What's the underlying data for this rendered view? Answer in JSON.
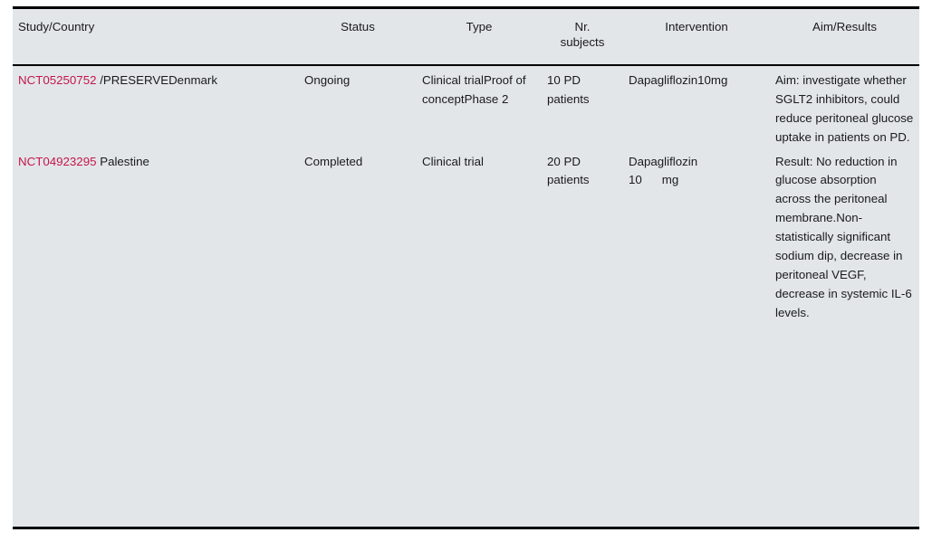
{
  "table": {
    "headers": [
      {
        "key": "study",
        "label": "Study/Country"
      },
      {
        "key": "status",
        "label": "Status"
      },
      {
        "key": "type",
        "label": "Type"
      },
      {
        "key": "nr_subjects",
        "label": "Nr. subjects"
      },
      {
        "key": "intervention",
        "label": "Intervention"
      },
      {
        "key": "aim_results",
        "label": "Aim/Results"
      }
    ],
    "header_nr_line1": "Nr.",
    "header_nr_line2": "subjects",
    "link_color": "#c4164b",
    "background_color": "#e2e6e9",
    "rows": [
      {
        "study_id": "NCT05250752",
        "study_rest": " /PRESERVEDenmark",
        "status": "Ongoing",
        "type": "Clinical trialProof of conceptPhase 2",
        "nr_subjects": "10 PD patients",
        "intervention": "Dapagliflozin10mg",
        "intervention_line1": "Dapagliflozin10mg",
        "intervention_line2": "",
        "aim_results": "Aim: investigate whether SGLT2 inhibitors, could reduce peritoneal glucose uptake in patients on PD."
      },
      {
        "study_id": "NCT04923295",
        "study_rest": " Palestine",
        "status": "Completed",
        "type": "Clinical trial",
        "nr_subjects": "20 PD patients",
        "intervention": "Dapagliflozin 10 mg",
        "intervention_line1": "Dapagliflozin",
        "intervention_line2a": "10",
        "intervention_line2b": "mg",
        "aim_results": "Result: No reduction in glucose absorption across the peritoneal membrane.Non-statistically significant sodium dip, decrease in peritoneal VEGF, decrease in systemic IL-6 levels."
      }
    ]
  }
}
